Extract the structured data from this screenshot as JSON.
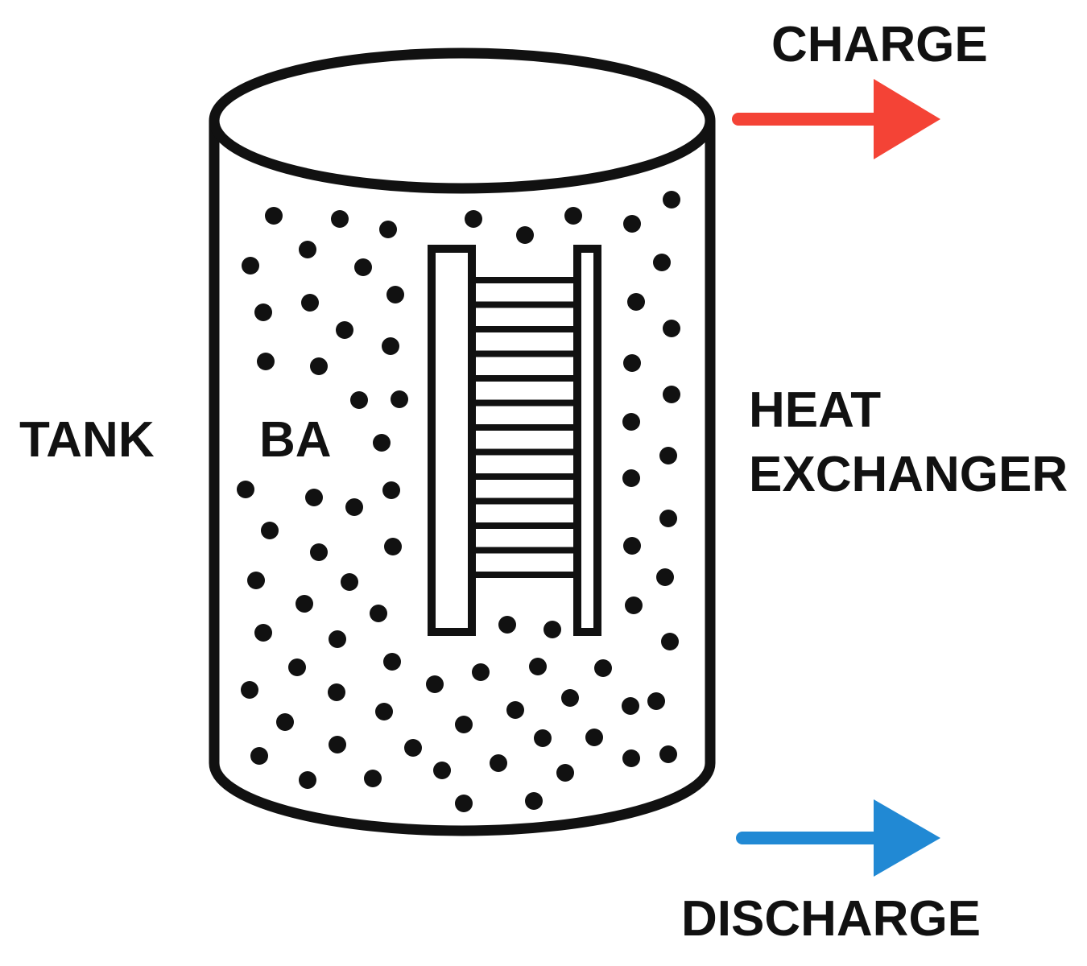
{
  "labels": {
    "tank": "TANK",
    "ba": "BA",
    "heat_exchanger_line1": "HEAT",
    "heat_exchanger_line2": "EXCHANGER",
    "charge": "CHARGE",
    "discharge": "DISCHARGE"
  },
  "colors": {
    "outline": "#111111",
    "charge_arrow": "#f44336",
    "discharge_arrow": "#2189d4",
    "background": "#ffffff"
  }
}
